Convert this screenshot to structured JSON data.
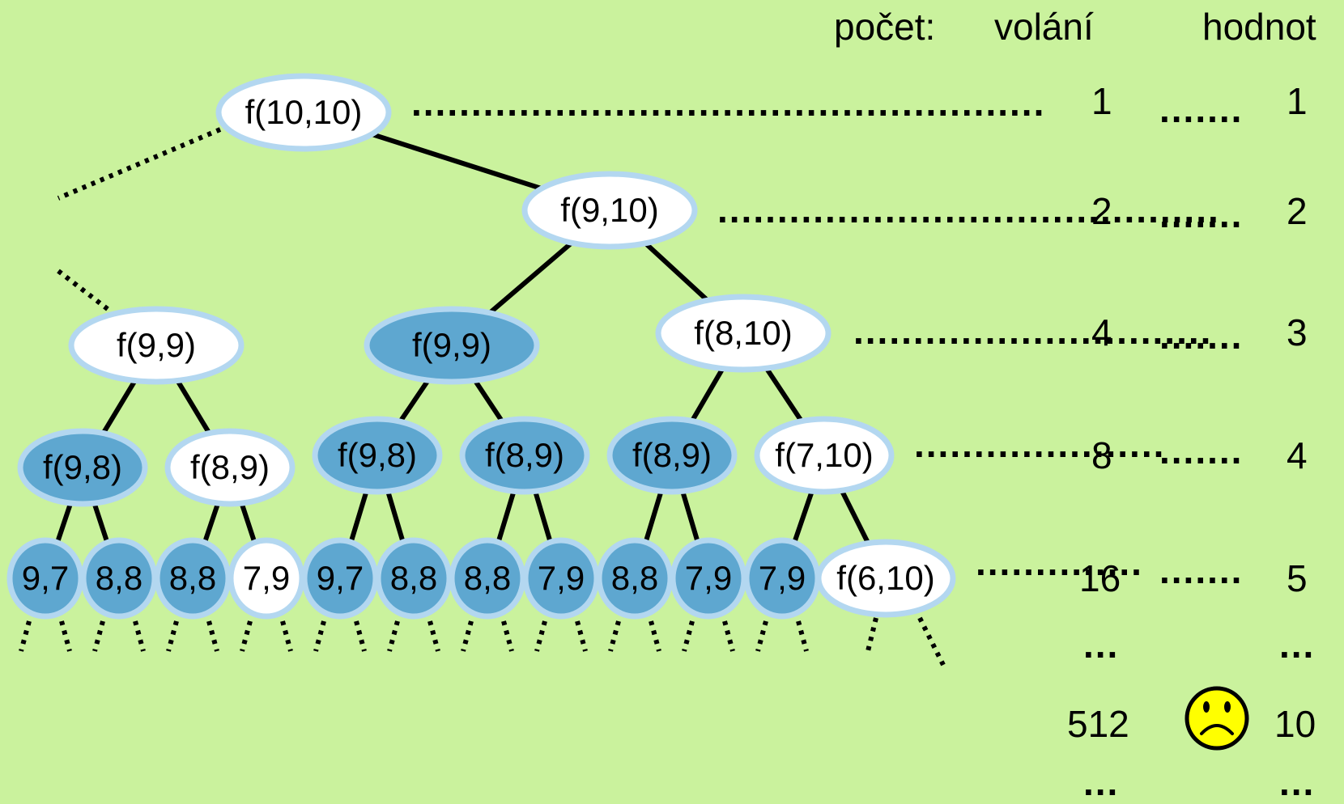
{
  "header": {
    "count_label": "počet:",
    "calls_label": "volání",
    "values_label": "hodnot"
  },
  "levels": [
    {
      "calls": "1",
      "values": "1"
    },
    {
      "calls": "2",
      "values": "2"
    },
    {
      "calls": "4",
      "values": "3"
    },
    {
      "calls": "8",
      "values": "4"
    },
    {
      "calls": "16",
      "values": "5"
    },
    {
      "calls": "...",
      "values": "..."
    },
    {
      "calls": "512",
      "values": "10"
    },
    {
      "calls": "...",
      "values": "..."
    }
  ],
  "separator_dots": ".......",
  "tree": {
    "nodes": [
      {
        "id": "n0",
        "label": "f(10,10)",
        "repeated": false
      },
      {
        "id": "n1",
        "label": "f(9,10)",
        "repeated": false
      },
      {
        "id": "n2",
        "label": "f(9,9)",
        "repeated": false
      },
      {
        "id": "n3",
        "label": "f(9,9)",
        "repeated": true
      },
      {
        "id": "n4",
        "label": "f(8,10)",
        "repeated": false
      },
      {
        "id": "n5",
        "label": "f(9,8)",
        "repeated": true
      },
      {
        "id": "n6",
        "label": "f(8,9)",
        "repeated": false
      },
      {
        "id": "n7",
        "label": "f(9,8)",
        "repeated": true
      },
      {
        "id": "n8",
        "label": "f(8,9)",
        "repeated": true
      },
      {
        "id": "n9",
        "label": "f(8,9)",
        "repeated": true
      },
      {
        "id": "n10",
        "label": "f(7,10)",
        "repeated": false
      },
      {
        "id": "n11",
        "label": "9,7",
        "repeated": true
      },
      {
        "id": "n12",
        "label": "8,8",
        "repeated": true
      },
      {
        "id": "n13",
        "label": "8,8",
        "repeated": true
      },
      {
        "id": "n14",
        "label": "7,9",
        "repeated": false
      },
      {
        "id": "n15",
        "label": "9,7",
        "repeated": true
      },
      {
        "id": "n16",
        "label": "8,8",
        "repeated": true
      },
      {
        "id": "n17",
        "label": "8,8",
        "repeated": true
      },
      {
        "id": "n18",
        "label": "7,9",
        "repeated": true
      },
      {
        "id": "n19",
        "label": "8,8",
        "repeated": true
      },
      {
        "id": "n20",
        "label": "7,9",
        "repeated": true
      },
      {
        "id": "n21",
        "label": "7,9",
        "repeated": true
      },
      {
        "id": "n22",
        "label": "f(6,10)",
        "repeated": false
      }
    ]
  },
  "colors": {
    "background": "#caf29d",
    "node_fill": "#ffffff",
    "node_repeated_fill": "#5ea7d0",
    "node_stroke": "#b3d7f0",
    "edge": "#000000",
    "sad_face": "#ffff00"
  },
  "icons": {
    "mood": "sad-face-icon"
  }
}
